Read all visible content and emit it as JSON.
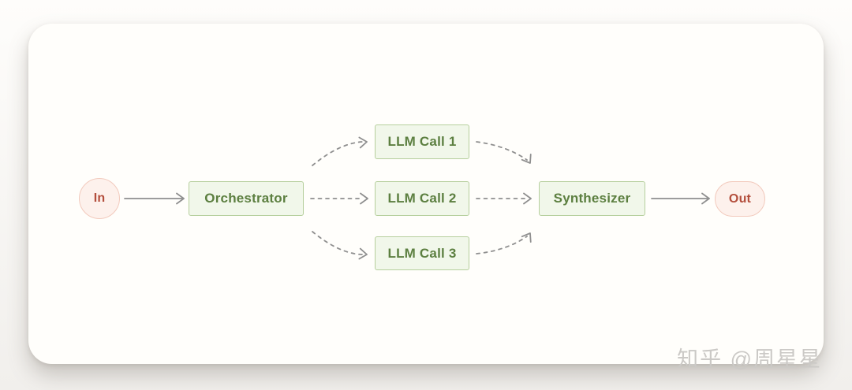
{
  "diagram": {
    "title": "orchestrator-workers-workflow",
    "nodes": {
      "in": {
        "label": "In",
        "shape": "circle",
        "color_role": "pink"
      },
      "orchestrator": {
        "label": "Orchestrator",
        "shape": "rect",
        "color_role": "green"
      },
      "llm_call_1": {
        "label": "LLM Call 1",
        "shape": "rect",
        "color_role": "green"
      },
      "llm_call_2": {
        "label": "LLM Call 2",
        "shape": "rect",
        "color_role": "green"
      },
      "llm_call_3": {
        "label": "LLM Call 3",
        "shape": "rect",
        "color_role": "green"
      },
      "synthesizer": {
        "label": "Synthesizer",
        "shape": "rect",
        "color_role": "green"
      },
      "out": {
        "label": "Out",
        "shape": "pill",
        "color_role": "pink"
      }
    },
    "edges": [
      {
        "from": "In",
        "to": "Orchestrator",
        "style": "solid"
      },
      {
        "from": "Orchestrator",
        "to": "LLM Call 1",
        "style": "dashed"
      },
      {
        "from": "Orchestrator",
        "to": "LLM Call 2",
        "style": "dashed"
      },
      {
        "from": "Orchestrator",
        "to": "LLM Call 3",
        "style": "dashed"
      },
      {
        "from": "LLM Call 1",
        "to": "Synthesizer",
        "style": "dashed"
      },
      {
        "from": "LLM Call 2",
        "to": "Synthesizer",
        "style": "dashed"
      },
      {
        "from": "LLM Call 3",
        "to": "Synthesizer",
        "style": "dashed"
      },
      {
        "from": "Synthesizer",
        "to": "Out",
        "style": "solid"
      }
    ],
    "colors": {
      "green_node_bg": "#f1f7ea",
      "green_node_border": "#b6cf9d",
      "green_node_text": "#5c7f40",
      "pink_node_bg": "#fdf1ec",
      "pink_node_border": "#f2cabd",
      "pink_node_text": "#b34e3c",
      "arrow": "#8f8f8f",
      "card_bg": "#fffefb"
    }
  },
  "watermark": {
    "text": "知乎 @周星星"
  }
}
